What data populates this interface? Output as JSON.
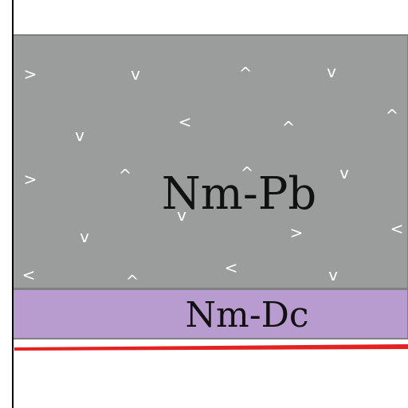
{
  "diagram": {
    "colors": {
      "background": "#ffffff",
      "upper_layer": "#9a9d9c",
      "lower_layer": "#b89ccf",
      "layer_border": "#808080",
      "base_line": "#e52222",
      "outline": "#000000",
      "marks": "#ffffff"
    },
    "layers": [
      {
        "id": "upper",
        "label": "Nm-Pb"
      },
      {
        "id": "lower",
        "label": "Nm-Dc"
      }
    ],
    "mark_glyphs": ">v^<"
  }
}
